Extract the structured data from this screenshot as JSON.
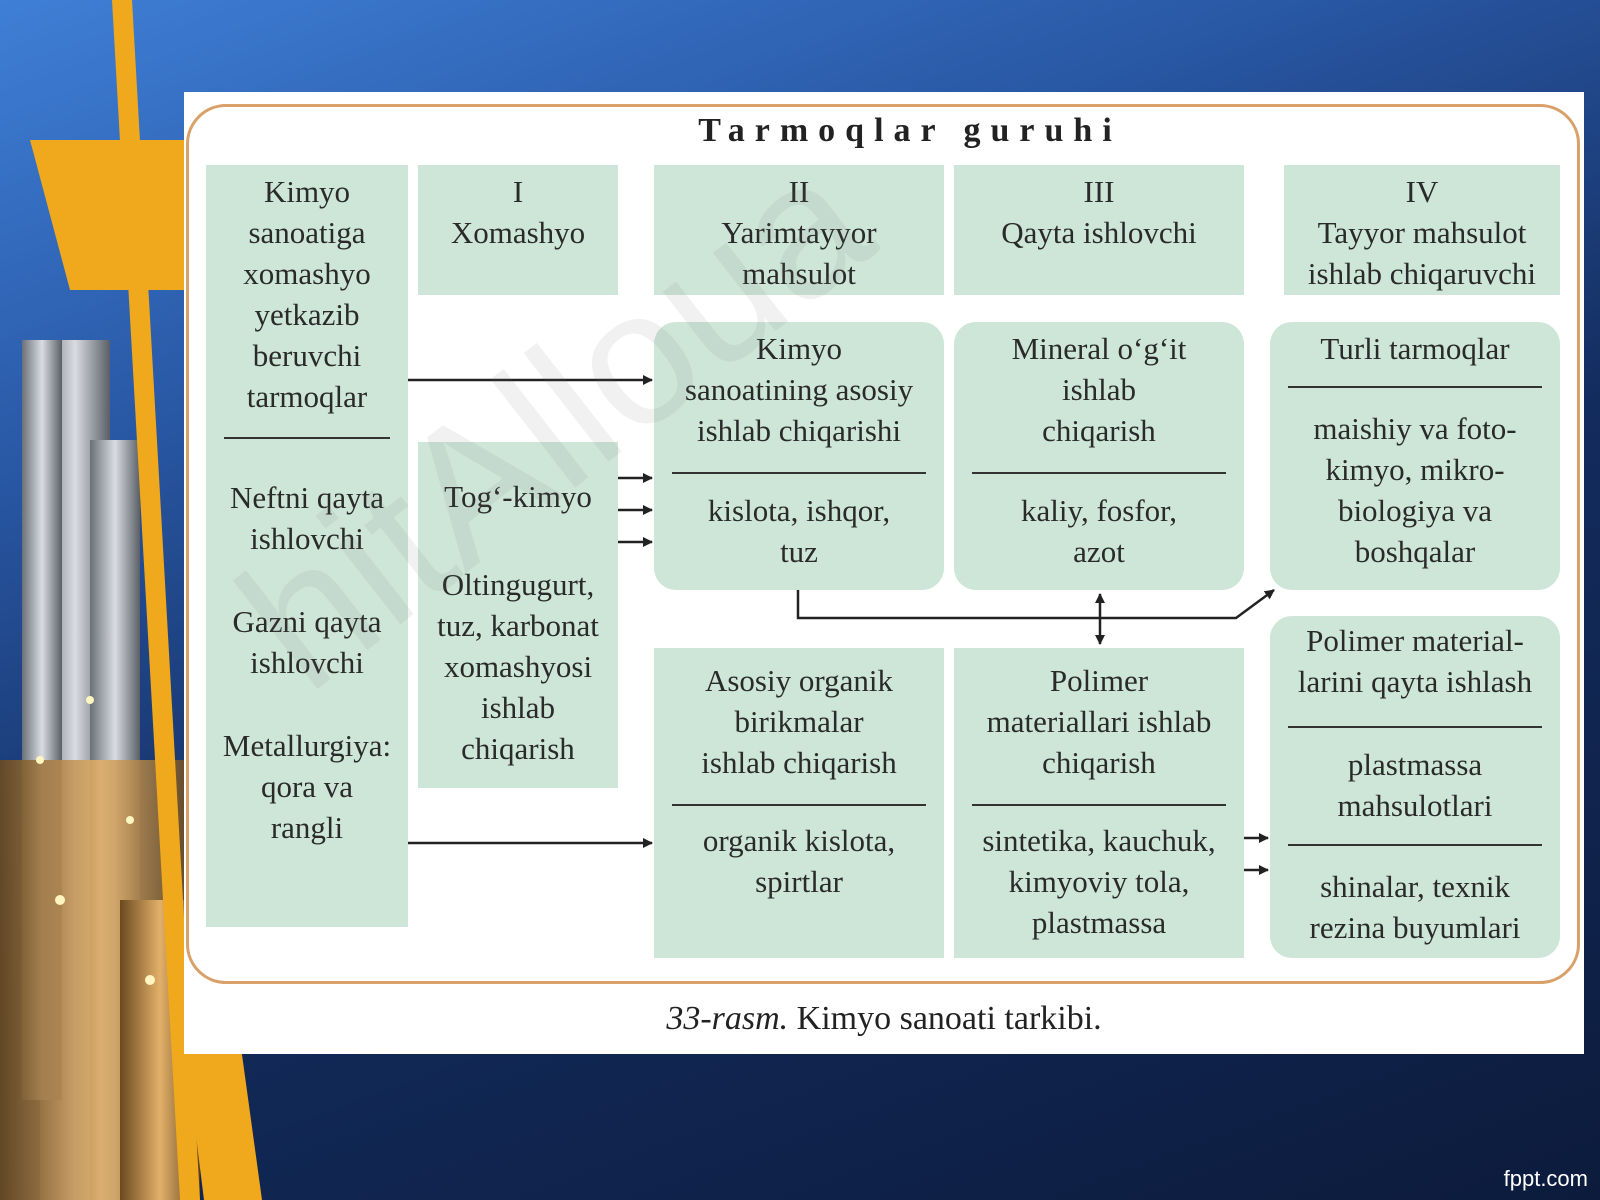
{
  "diagram": {
    "title": "Tarmoqlar guruhi",
    "caption_number": "33-rasm.",
    "caption_text": "Kimyo sanoati tarkibi.",
    "headers": {
      "supply": "Kimyo\nsanoatiga\nxomashyo\nyetkazib\nberuvchi\ntarmoqlar",
      "g1": "I\nXomashyo",
      "g2": "II\nYarimtayyor\nmahsulot",
      "g3": "III\nQayta ishlovchi",
      "g4": "IV\nTayyor mahsulot\nishlab chiqaruvchi"
    },
    "supply_items": {
      "oil": "Neftni qayta\nishlovchi",
      "gas": "Gazni qayta\nishlovchi",
      "metal": "Metallurgiya:\nqora va\nrangli"
    },
    "raw": {
      "mining": "Tog‘-kimyo",
      "items": "Oltingugurt,\ntuz, karbonat\nxomashyosi\nishlab\nchiqarish"
    },
    "basic": {
      "title": "Kimyo\nsanoatining asosiy\nishlab chiqarishi",
      "items": "kislota, ishqor,\ntuz"
    },
    "mineral": {
      "title": "Mineral o‘g‘it\nishlab\nchiqarish",
      "items": "kaliy, fosfor,\nazot"
    },
    "various": {
      "title": "Turli tarmoqlar",
      "items": "maishiy va foto-\nkimyo, mikro-\nbiologiya va\nboshqalar"
    },
    "organic": {
      "title": "Asosiy organik\nbirikmalar\nishlab chiqarish",
      "items": "organik kislota,\nspirtlar"
    },
    "polymer": {
      "title": "Polimer\nmateriallari ishlab\nchiqarish",
      "items": "sintetika, kauchuk,\nkimyoviy tola,\nplastmassa"
    },
    "polymer_proc": {
      "title": "Polimer material-\nlarini qayta ishlash",
      "items1": "plastmassa\nmahsulotlari",
      "items2": "shinalar, texnik\nrezina buyumlari"
    }
  },
  "watermark": "hitAlloua",
  "brand": "fppt.com",
  "colors": {
    "box_fill": "#cde6d8",
    "frame": "#d9a06a",
    "accent_orange": "#f0a81c"
  }
}
